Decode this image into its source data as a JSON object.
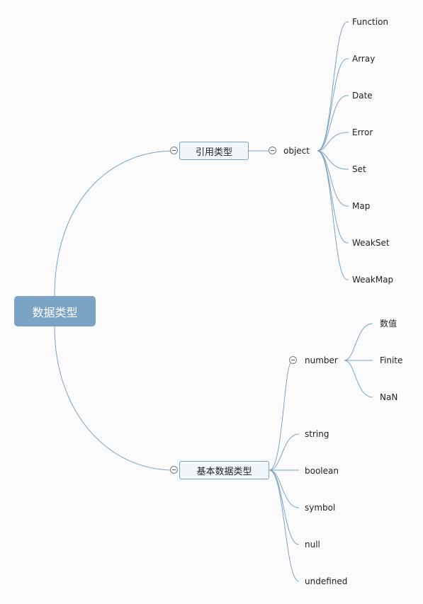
{
  "root": {
    "label": "数据类型"
  },
  "branches": {
    "reference": {
      "label": "引用类型",
      "object": {
        "label": "object",
        "children": [
          "Function",
          "Array",
          "Date",
          "Error",
          "Set",
          "Map",
          "WeakSet",
          "WeakMap"
        ]
      }
    },
    "primitive": {
      "label": "基本数据类型",
      "number": {
        "label": "number",
        "children": [
          "数值",
          "Finite",
          "NaN"
        ]
      },
      "others": [
        "string",
        "boolean",
        "symbol",
        "null",
        "undefined"
      ]
    }
  },
  "colors": {
    "line": "#7ba3c4",
    "root_fill": "#7ba3c4",
    "branch_fill": "#f1f6fa",
    "toggle_border": "#7d7d7d"
  }
}
